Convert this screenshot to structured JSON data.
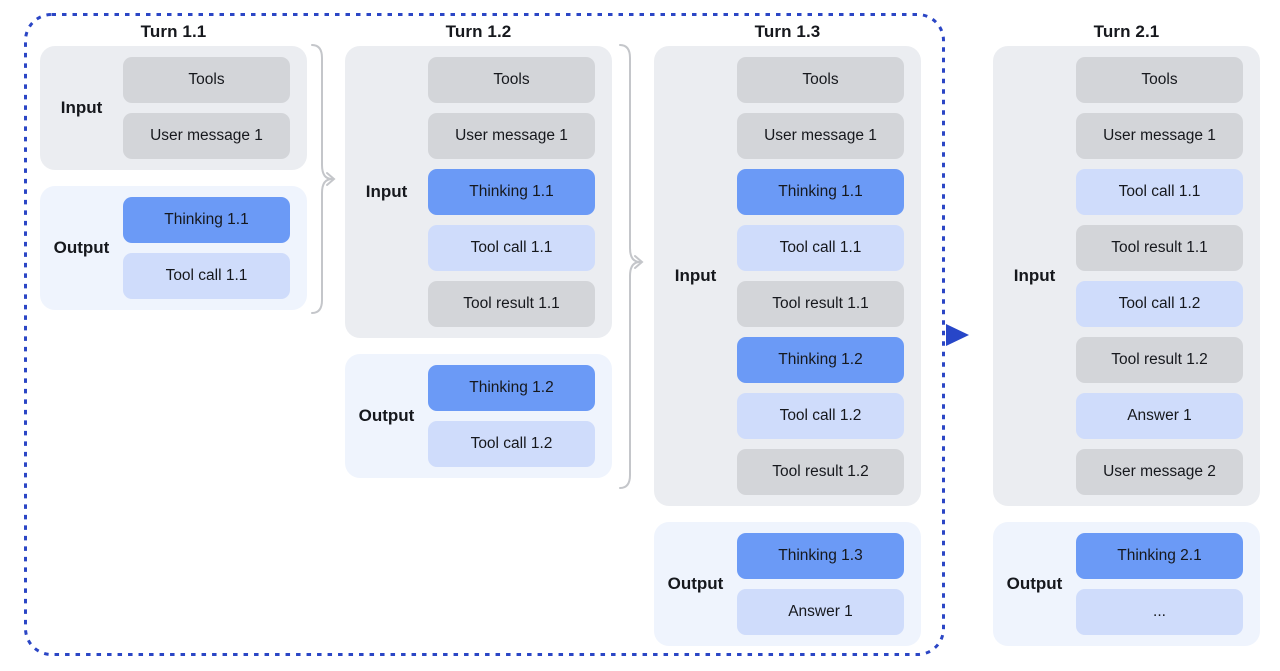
{
  "diagram": {
    "colors": {
      "thinking_block": "#6b9af6",
      "action_block": "#cfdcfb",
      "context_block": "#d3d5d9",
      "input_panel": "#ebedf1",
      "output_panel": "#eff4fd",
      "dashed_border_blue": "#2b46c5",
      "arrow_blue": "#2746c8",
      "bracket_gray": "#c4c6ca",
      "text": "#16181d"
    },
    "labels": {
      "input": "Input",
      "output": "Output"
    },
    "columns": [
      {
        "title": "Turn 1.1",
        "sections": [
          {
            "role": "input",
            "label": "Input",
            "blocks": [
              {
                "label": "Tools",
                "style": "context"
              },
              {
                "label": "User message 1",
                "style": "context"
              }
            ]
          },
          {
            "role": "output",
            "label": "Output",
            "blocks": [
              {
                "label": "Thinking 1.1",
                "style": "thinking"
              },
              {
                "label": "Tool call 1.1",
                "style": "action"
              }
            ]
          }
        ]
      },
      {
        "title": "Turn 1.2",
        "sections": [
          {
            "role": "input",
            "label": "Input",
            "blocks": [
              {
                "label": "Tools",
                "style": "context"
              },
              {
                "label": "User message 1",
                "style": "context"
              },
              {
                "label": "Thinking 1.1",
                "style": "thinking"
              },
              {
                "label": "Tool call 1.1",
                "style": "action"
              },
              {
                "label": "Tool result 1.1",
                "style": "context"
              }
            ]
          },
          {
            "role": "output",
            "label": "Output",
            "blocks": [
              {
                "label": "Thinking 1.2",
                "style": "thinking"
              },
              {
                "label": "Tool call 1.2",
                "style": "action"
              }
            ]
          }
        ]
      },
      {
        "title": "Turn 1.3",
        "sections": [
          {
            "role": "input",
            "label": "Input",
            "blocks": [
              {
                "label": "Tools",
                "style": "context"
              },
              {
                "label": "User message 1",
                "style": "context"
              },
              {
                "label": "Thinking 1.1",
                "style": "thinking"
              },
              {
                "label": "Tool call 1.1",
                "style": "action"
              },
              {
                "label": "Tool result 1.1",
                "style": "context"
              },
              {
                "label": "Thinking 1.2",
                "style": "thinking"
              },
              {
                "label": "Tool call 1.2",
                "style": "action"
              },
              {
                "label": "Tool result 1.2",
                "style": "context"
              }
            ]
          },
          {
            "role": "output",
            "label": "Output",
            "blocks": [
              {
                "label": "Thinking 1.3",
                "style": "thinking"
              },
              {
                "label": "Answer 1",
                "style": "action"
              }
            ]
          }
        ]
      },
      {
        "title": "Turn 2.1",
        "sections": [
          {
            "role": "input",
            "label": "Input",
            "blocks": [
              {
                "label": "Tools",
                "style": "context"
              },
              {
                "label": "User message 1",
                "style": "context"
              },
              {
                "label": "Tool call 1.1",
                "style": "action"
              },
              {
                "label": "Tool result 1.1",
                "style": "context"
              },
              {
                "label": "Tool call 1.2",
                "style": "action"
              },
              {
                "label": "Tool result 1.2",
                "style": "context"
              },
              {
                "label": "Answer 1",
                "style": "action"
              },
              {
                "label": "User message 2",
                "style": "context"
              }
            ]
          },
          {
            "role": "output",
            "label": "Output",
            "blocks": [
              {
                "label": "Thinking 2.1",
                "style": "thinking"
              },
              {
                "label": "...",
                "style": "action"
              }
            ]
          }
        ]
      }
    ]
  }
}
